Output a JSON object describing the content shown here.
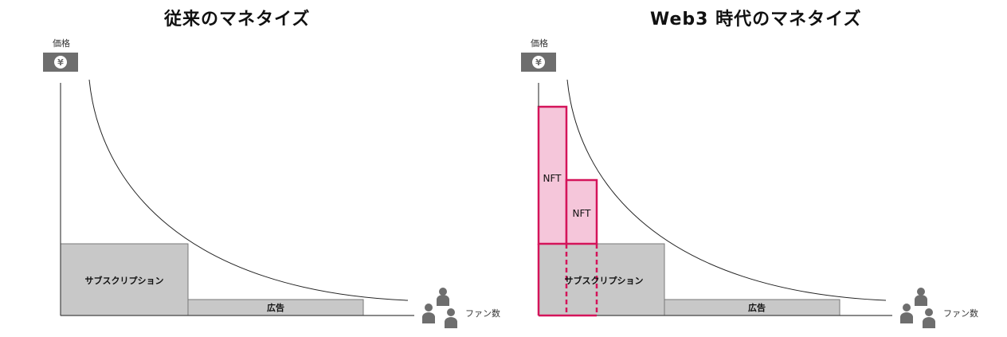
{
  "left_panel": {
    "title": "従来のマネタイズ",
    "y_label": "価格",
    "yen_symbol": "¥",
    "x_label": "ファン数",
    "blocks": {
      "subscription": "サブスクリプション",
      "ads": "広告"
    }
  },
  "right_panel": {
    "title": "Web3 時代のマネタイズ",
    "y_label": "価格",
    "yen_symbol": "¥",
    "x_label": "ファン数",
    "blocks": {
      "subscription": "サブスクリプション",
      "ads": "広告",
      "nft_1": "NFT",
      "nft_2": "NFT"
    }
  },
  "colors": {
    "gray_block": "#c8c8c8",
    "gray_border": "#777777",
    "icon_gray": "#6e6e6e",
    "nft_fill": "#f5c6da",
    "nft_border": "#d4145a",
    "axis": "#444444"
  },
  "icons": {
    "price": "yen-coin-icon",
    "fans": "people-group-icon"
  }
}
